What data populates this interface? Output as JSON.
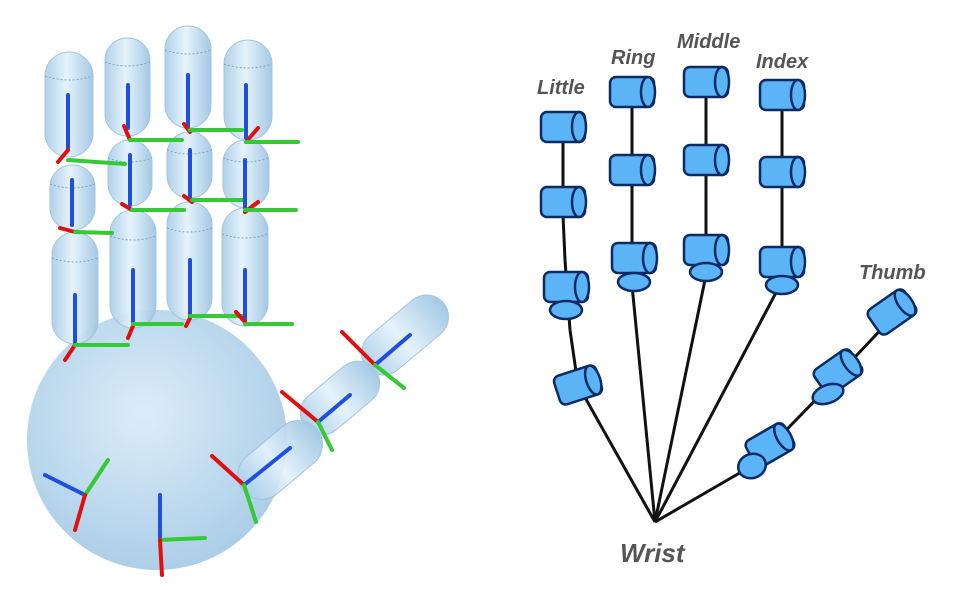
{
  "labels": {
    "little": "Little",
    "ring": "Ring",
    "middle": "Middle",
    "index": "Index",
    "thumb": "Thumb",
    "wrist": "Wrist"
  },
  "colors": {
    "joint_fill": "#5bb4f5",
    "joint_stroke": "#0b2a66",
    "bone": "#111111",
    "label": "#555555",
    "hand_fill": "#bcd9ee",
    "axis_x": "#e01010",
    "axis_y": "#35c935",
    "axis_z": "#1f4fe0"
  }
}
